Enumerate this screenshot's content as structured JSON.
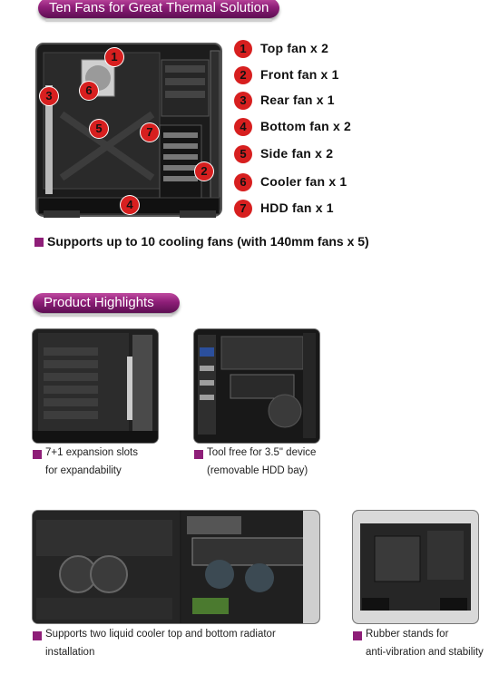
{
  "section1": {
    "title": "Ten Fans for Great Thermal Solution",
    "fans": [
      {
        "num": "1",
        "label": "Top fan x 2"
      },
      {
        "num": "2",
        "label": "Front fan x 1"
      },
      {
        "num": "3",
        "label": "Rear fan x 1"
      },
      {
        "num": "4",
        "label": "Bottom fan x 2"
      },
      {
        "num": "5",
        "label": "Side fan x 2"
      },
      {
        "num": "6",
        "label": "Cooler fan x 1"
      },
      {
        "num": "7",
        "label": "HDD fan x 1"
      }
    ],
    "note": "Supports up to 10 cooling fans (with 140mm fans x 5)"
  },
  "section2": {
    "title": "Product Highlights",
    "items": [
      {
        "line1": "7+1 expansion slots",
        "line2": "for expandability"
      },
      {
        "line1": "Tool free for 3.5\" device",
        "line2": "(removable HDD bay)"
      },
      {
        "line1": "Supports two liquid cooler top and bottom radiator",
        "line2": "installation"
      },
      {
        "line1": "Rubber stands for",
        "line2": "anti-vibration and stability"
      }
    ]
  },
  "colors": {
    "accent": "#8e1e78",
    "badge": "#d71f1f"
  }
}
